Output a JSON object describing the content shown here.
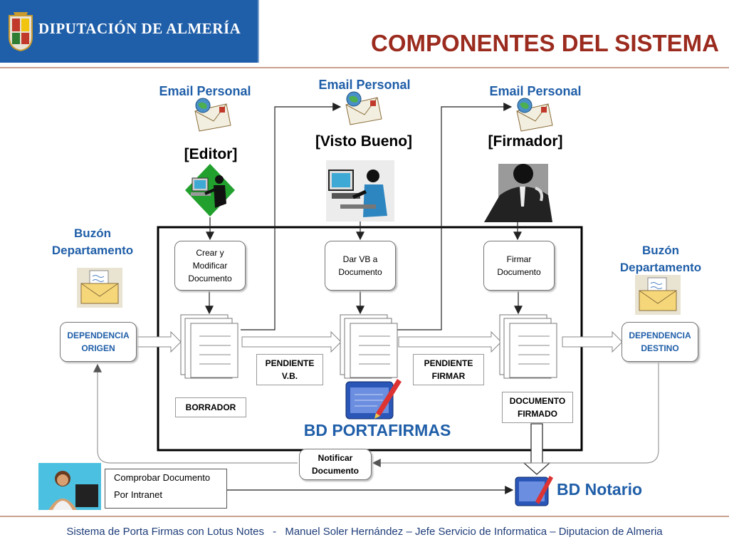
{
  "header": {
    "organization": "DIPUTACIÓN DE ALMERÍA",
    "title": "COMPONENTES DEL SISTEMA"
  },
  "roles": {
    "editor": {
      "email": "Email Personal",
      "name": "[Editor]",
      "action": [
        "Crear y",
        "Modificar",
        "Documento"
      ]
    },
    "visto_bueno": {
      "email": "Email Personal",
      "name": "[Visto Bueno]",
      "action": [
        "Dar VB a",
        "Documento"
      ]
    },
    "firmador": {
      "email": "Email Personal",
      "name": "[Firmador]",
      "action": [
        "Firmar",
        "Documento"
      ]
    }
  },
  "mailboxes": {
    "origin": {
      "label": [
        "Buzón",
        "Departamento"
      ],
      "box": [
        "DEPENDENCIA",
        "ORIGEN"
      ]
    },
    "destination": {
      "label": [
        "Buzón",
        "Departamento"
      ],
      "box": [
        "DEPENDENCIA",
        "DESTINO"
      ]
    }
  },
  "states": {
    "borrador": "BORRADOR",
    "pendiente_vb": [
      "PENDIENTE",
      "V.B."
    ],
    "pendiente_firmar": [
      "PENDIENTE",
      "FIRMAR"
    ],
    "documento_firmado": [
      "DOCUMENTO",
      "FIRMADO"
    ]
  },
  "databases": {
    "portafirmas": "BD PORTAFIRMAS",
    "notario": "BD Notario"
  },
  "notify": [
    "Notificar",
    "Documento"
  ],
  "intranet": [
    "Comprobar Documento",
    "Por Intranet"
  ],
  "footer": {
    "left": "Sistema de Porta Firmas con Lotus Notes",
    "separator": "-",
    "right": "Manuel Soler Hernández – Jefe Servicio de Informatica – Diputacion de Almeria"
  },
  "colors": {
    "brand_blue": "#1f5ea8",
    "title_red": "#9b2b1e"
  },
  "icons": [
    "email-envelope-icon",
    "worker-at-computer-icon",
    "executive-on-phone-icon",
    "mailbox-envelope-icon",
    "document-stack-icon",
    "database-folder-icon",
    "support-agent-icon"
  ]
}
